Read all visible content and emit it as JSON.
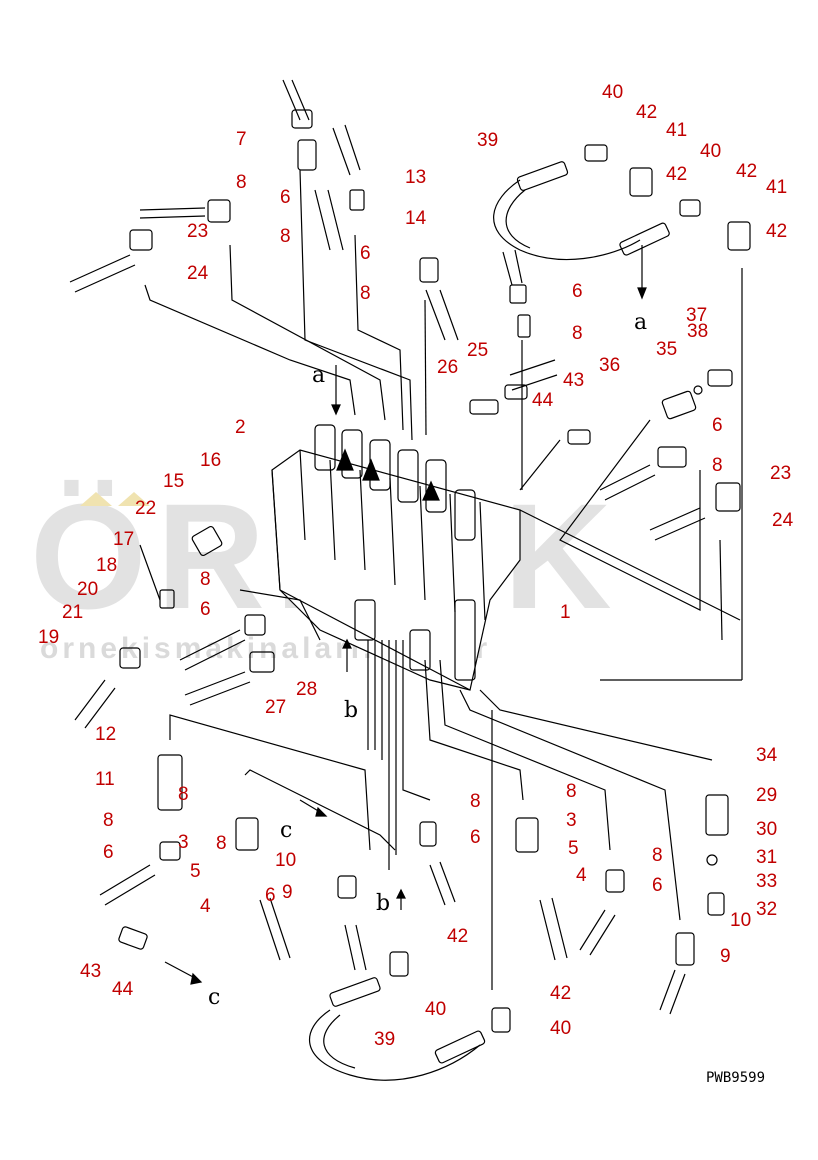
{
  "watermark": {
    "brand": "ÖRNEK",
    "site": "ornekismakinalari.com.tr"
  },
  "drawing_code": "PWB9599",
  "callout_color": "#c00000",
  "callouts": [
    "7",
    "8",
    "6",
    "13",
    "14",
    "6",
    "8",
    "23",
    "8",
    "24",
    "6",
    "8",
    "39",
    "40",
    "42",
    "41",
    "42",
    "40",
    "42",
    "41",
    "42",
    "6",
    "8",
    "25",
    "26",
    "43",
    "44",
    "36",
    "35",
    "38",
    "37",
    "2",
    "16",
    "15",
    "22",
    "17",
    "18",
    "20",
    "21",
    "19",
    "8",
    "6",
    "27",
    "28",
    "6",
    "8",
    "23",
    "24",
    "1",
    "12",
    "11",
    "8",
    "8",
    "3",
    "6",
    "5",
    "4",
    "10",
    "9",
    "8",
    "6",
    "8",
    "3",
    "5",
    "4",
    "42",
    "43",
    "44",
    "39",
    "40",
    "42",
    "40",
    "34",
    "29",
    "30",
    "31",
    "33",
    "32",
    "10",
    "8",
    "6",
    "9"
  ],
  "reference_letters": [
    "a",
    "a",
    "b",
    "b",
    "c",
    "c"
  ]
}
